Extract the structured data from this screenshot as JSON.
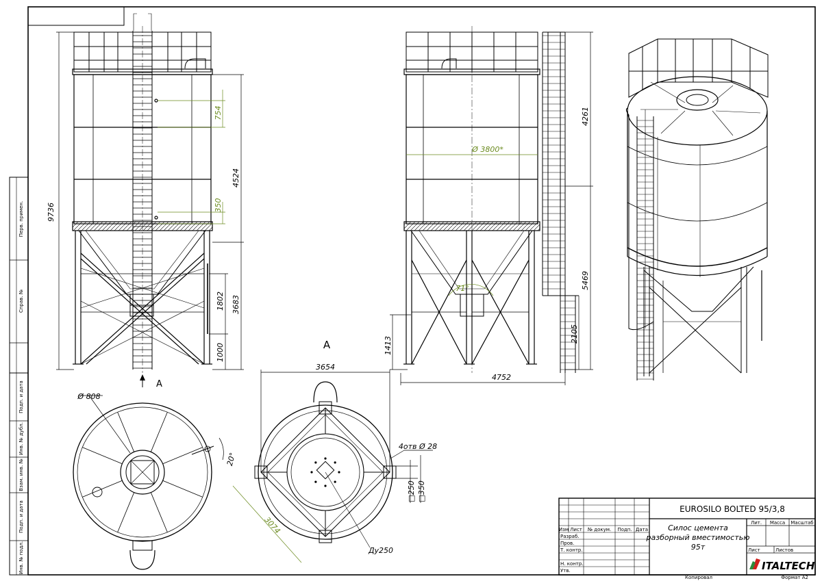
{
  "colors": {
    "line": "#000000",
    "dimension_green": "#6a8a1e",
    "logo_red": "#d0201c",
    "logo_green": "#2e8b3a"
  },
  "dimensions": {
    "front": {
      "total_height": "9736",
      "body_height": "4524",
      "upper_seam": "754",
      "lower_seam": "350",
      "leg_height": "3683",
      "outlet_height": "1802",
      "ground_clearance": "1000"
    },
    "side": {
      "upper": "4261",
      "lower": "5469",
      "ladder_base": "2105",
      "outlet_height": "1413",
      "width": "4752",
      "diameter": "Ø 3800*",
      "cone_angle": "71°"
    },
    "top": {
      "manhole": "Ø 808",
      "angle": "20°"
    },
    "base_plan": {
      "width": "3654",
      "diagonal": "3074",
      "holes": "4отв Ø 28",
      "plate_small": "□250",
      "plate_large": "□350",
      "outlet": "Ду250"
    }
  },
  "view_labels": {
    "section_arrow": "A",
    "section_title": "A"
  },
  "side_stamp": [
    "Перв. примен.",
    "Справ. №",
    "Подп. и дата",
    "Инв. № дубл.",
    "Взам. инв. №",
    "Подп. и дата",
    "Инв. № подл."
  ],
  "title_block": {
    "code": "EUROSILO BOLTED 95/3,8",
    "name_line1": "Силос цемента",
    "name_line2": "разборный вместимостью",
    "name_line3": "95т",
    "headers": [
      "Изм",
      "Лист",
      "№ докум.",
      "Подп.",
      "Дата"
    ],
    "roles": [
      "Разраб.",
      "Пров.",
      "Т. контр.",
      "",
      "Н. контр.",
      "Утв."
    ],
    "lit": "Лит.",
    "mass": "Масса",
    "scale": "Масштаб",
    "sheet": "Лист",
    "sheets": "Листов",
    "logo": "ITALTECH",
    "copied": "Копировал",
    "format": "Формат А2"
  }
}
